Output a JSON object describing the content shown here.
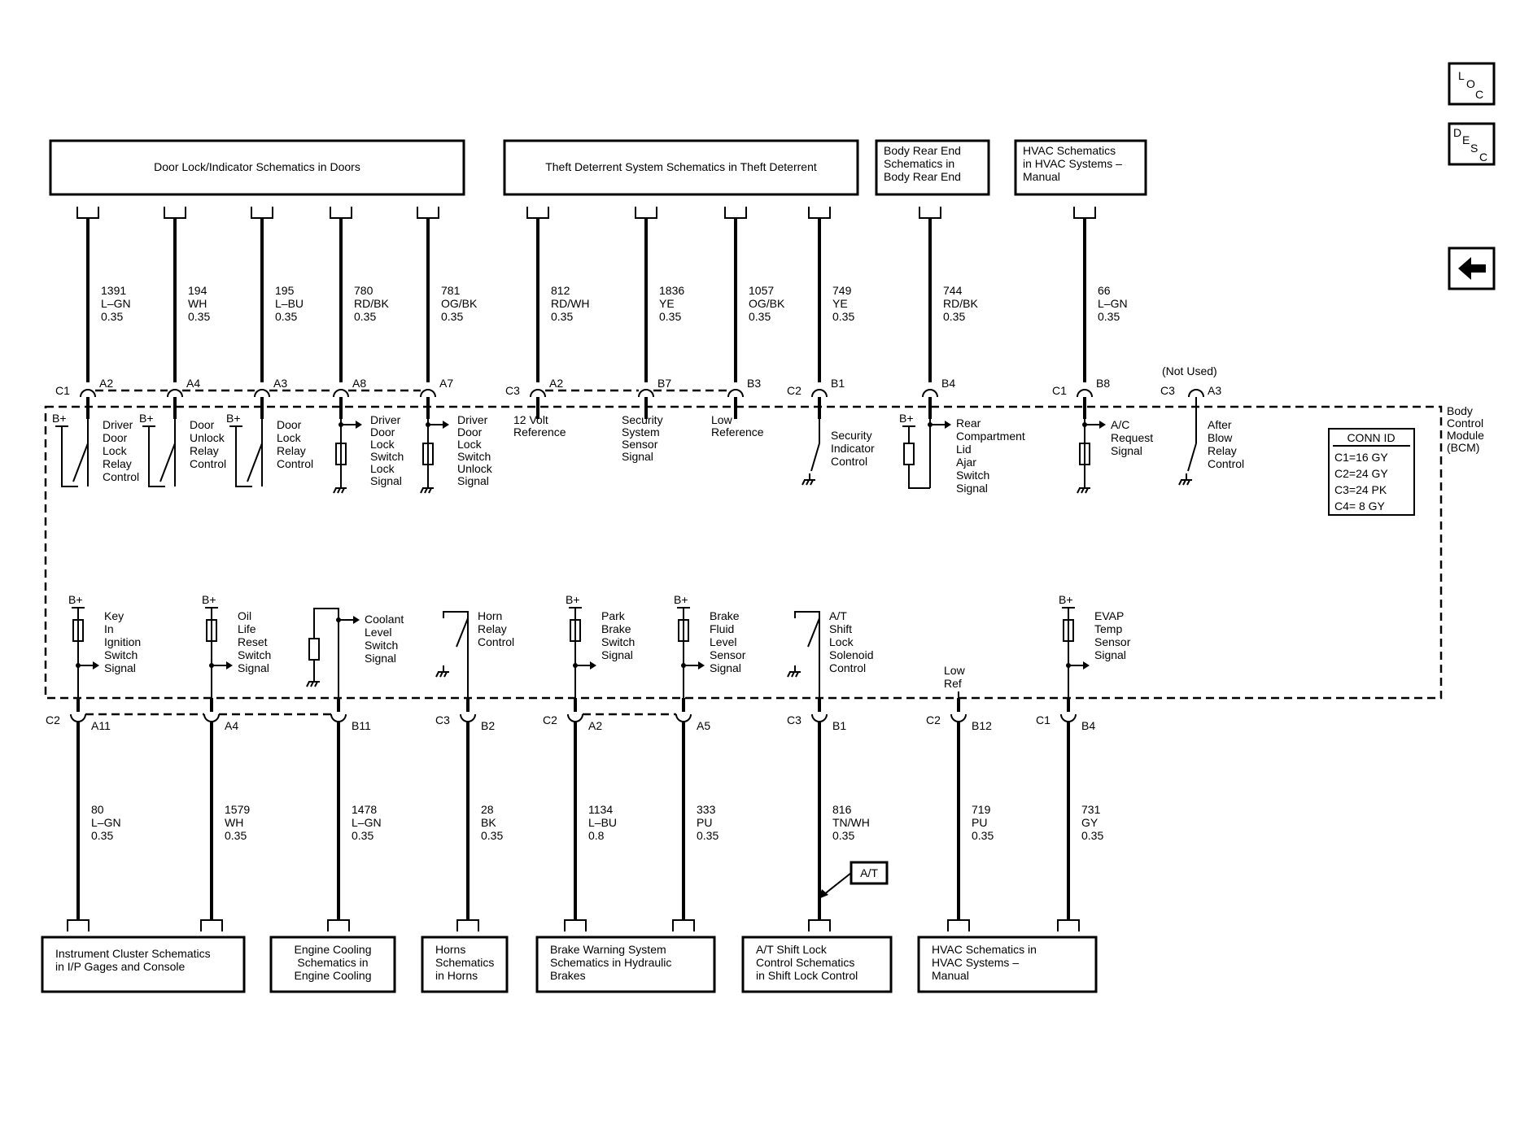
{
  "nav": {
    "loc": [
      "L",
      "O",
      "C"
    ],
    "desc": [
      "D",
      "E",
      "S",
      "C"
    ],
    "back_icon": "left-arrow-icon"
  },
  "module": {
    "name_lines": [
      "Body",
      "Control",
      "Module",
      "(BCM)"
    ],
    "conn_id_title": "CONN ID",
    "conn_id_rows": [
      "C1=16 GY",
      "C2=24 GY",
      "C3=24 PK",
      "C4= 8 GY"
    ]
  },
  "top_boxes": [
    {
      "lines": [
        "Door Lock/Indicator Schematics in Doors"
      ]
    },
    {
      "lines": [
        "Theft Deterrent System Schematics in Theft Deterrent"
      ]
    },
    {
      "lines": [
        "Body Rear End",
        "Schematics in",
        "Body Rear End"
      ]
    },
    {
      "lines": [
        "HVAC Schematics",
        "in HVAC Systems –",
        "Manual"
      ]
    }
  ],
  "top_wires": [
    {
      "circuit": "1391",
      "color": "L–GN",
      "gauge": "0.35",
      "conn": "C1",
      "pin": "A2",
      "func": [
        "Driver",
        "Door",
        "Lock",
        "Relay",
        "Control"
      ]
    },
    {
      "circuit": "194",
      "color": "WH",
      "gauge": "0.35",
      "conn": "",
      "pin": "A4",
      "func": [
        "Door",
        "Unlock",
        "Relay",
        "Control"
      ]
    },
    {
      "circuit": "195",
      "color": "L–BU",
      "gauge": "0.35",
      "conn": "",
      "pin": "A3",
      "func": [
        "Door",
        "Lock",
        "Relay",
        "Control"
      ]
    },
    {
      "circuit": "780",
      "color": "RD/BK",
      "gauge": "0.35",
      "conn": "",
      "pin": "A8",
      "func": [
        "Driver",
        "Door",
        "Lock",
        "Switch",
        "Lock",
        "Signal"
      ]
    },
    {
      "circuit": "781",
      "color": "OG/BK",
      "gauge": "0.35",
      "conn": "",
      "pin": "A7",
      "func": [
        "Driver",
        "Door",
        "Lock",
        "Switch",
        "Unlock",
        "Signal"
      ]
    },
    {
      "circuit": "812",
      "color": "RD/WH",
      "gauge": "0.35",
      "conn": "C3",
      "pin": "A2",
      "func": [
        "12 Volt",
        "Reference"
      ]
    },
    {
      "circuit": "1836",
      "color": "YE",
      "gauge": "0.35",
      "conn": "",
      "pin": "B7",
      "func": [
        "Security",
        "System",
        "Sensor",
        "Signal"
      ]
    },
    {
      "circuit": "1057",
      "color": "OG/BK",
      "gauge": "0.35",
      "conn": "",
      "pin": "B3",
      "func": [
        "Low",
        "Reference"
      ]
    },
    {
      "circuit": "749",
      "color": "YE",
      "gauge": "0.35",
      "conn": "C2",
      "pin": "B1",
      "func": [
        "Security",
        "Indicator",
        "Control"
      ]
    },
    {
      "circuit": "744",
      "color": "RD/BK",
      "gauge": "0.35",
      "conn": "",
      "pin": "B4",
      "func": [
        "Rear",
        "Compartment",
        "Lid",
        "Ajar",
        "Switch",
        "Signal"
      ]
    },
    {
      "circuit": "66",
      "color": "L–GN",
      "gauge": "0.35",
      "conn": "C1",
      "pin": "B8",
      "func": [
        "A/C",
        "Request",
        "Signal"
      ]
    }
  ],
  "not_used": {
    "label": "(Not Used)",
    "conn": "C3",
    "pin": "A3",
    "func": [
      "After",
      "Blow",
      "Relay",
      "Control"
    ]
  },
  "bottom_wires": [
    {
      "circuit": "80",
      "color": "L–GN",
      "gauge": "0.35",
      "conn": "C2",
      "pin": "A11",
      "func": [
        "Key",
        "In",
        "Ignition",
        "Switch",
        "Signal"
      ]
    },
    {
      "circuit": "1579",
      "color": "WH",
      "gauge": "0.35",
      "conn": "",
      "pin": "A4",
      "func": [
        "Oil",
        "Life",
        "Reset",
        "Switch",
        "Signal"
      ]
    },
    {
      "circuit": "1478",
      "color": "L–GN",
      "gauge": "0.35",
      "conn": "",
      "pin": "B11",
      "func": [
        "Coolant",
        "Level",
        "Switch",
        "Signal"
      ]
    },
    {
      "circuit": "28",
      "color": "BK",
      "gauge": "0.35",
      "conn": "C3",
      "pin": "B2",
      "func": [
        "Horn",
        "Relay",
        "Control"
      ]
    },
    {
      "circuit": "1134",
      "color": "L–BU",
      "gauge": "0.8",
      "conn": "C2",
      "pin": "A2",
      "func": [
        "Park",
        "Brake",
        "Switch",
        "Signal"
      ]
    },
    {
      "circuit": "333",
      "color": "PU",
      "gauge": "0.35",
      "conn": "",
      "pin": "A5",
      "func": [
        "Brake",
        "Fluid",
        "Level",
        "Sensor",
        "Signal"
      ]
    },
    {
      "circuit": "816",
      "color": "TN/WH",
      "gauge": "0.35",
      "conn": "C3",
      "pin": "B1",
      "func": [
        "A/T",
        "Shift",
        "Lock",
        "Solenoid",
        "Control"
      ]
    },
    {
      "circuit": "719",
      "color": "PU",
      "gauge": "0.35",
      "conn": "C2",
      "pin": "B12",
      "func": [
        "Low",
        "Ref"
      ]
    },
    {
      "circuit": "731",
      "color": "GY",
      "gauge": "0.35",
      "conn": "C1",
      "pin": "B4",
      "func": [
        "EVAP",
        "Temp",
        "Sensor",
        "Signal"
      ]
    }
  ],
  "bottom_boxes": [
    {
      "lines": [
        "Instrument Cluster Schematics",
        "in I/P Gages and Console"
      ]
    },
    {
      "lines": [
        "Engine Cooling",
        "Schematics in",
        "Engine Cooling"
      ]
    },
    {
      "lines": [
        "Horns",
        "Schematics",
        "in Horns"
      ]
    },
    {
      "lines": [
        "Brake Warning System",
        "Schematics in Hydraulic",
        "Brakes"
      ]
    },
    {
      "lines": [
        "A/T Shift Lock",
        "Control Schematics",
        "in Shift Lock Control"
      ]
    },
    {
      "lines": [
        "HVAC Schematics in",
        "HVAC Systems –",
        "Manual"
      ]
    }
  ],
  "at_tag": "A/T",
  "bplus": "B+"
}
